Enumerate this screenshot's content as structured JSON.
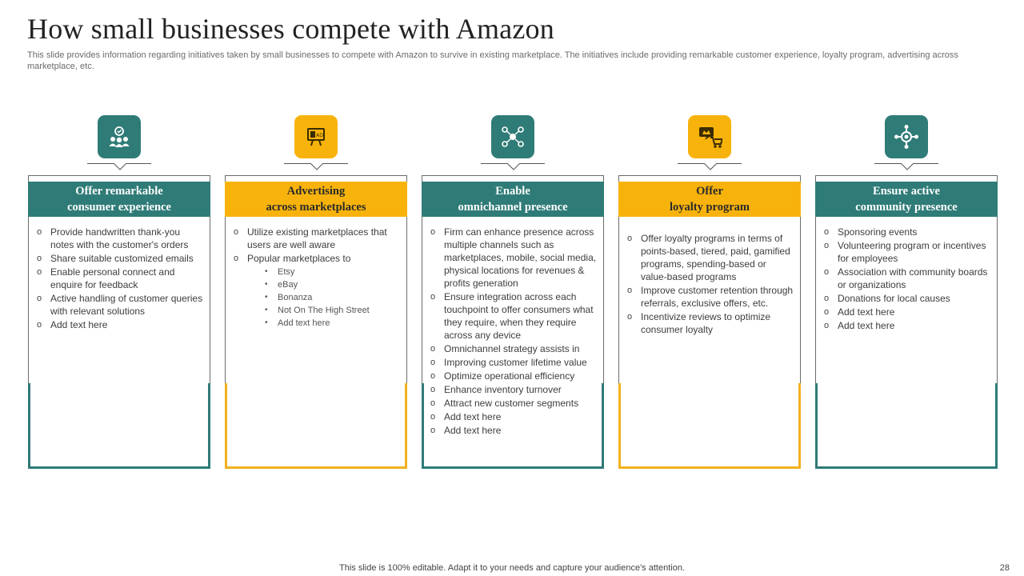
{
  "slide": {
    "title": "How small businesses compete with Amazon",
    "subtitle": "This slide provides information regarding initiatives taken by small businesses to compete with Amazon to survive in existing marketplace. The initiatives include providing remarkable customer experience, loyalty program, advertising across marketplace, etc.",
    "footer": "This slide is 100% editable. Adapt it to your needs and capture your audience's attention.",
    "page_number": "28"
  },
  "colors": {
    "teal": "#2f7b77",
    "gold": "#f7b30c"
  },
  "columns": [
    {
      "icon": "customer-experience-icon",
      "header_line1": "Offer remarkable",
      "header_line2": "consumer experience",
      "items": [
        "Provide handwritten thank-you notes with the customer's orders",
        "Share suitable customized emails",
        "Enable personal connect and enquire for feedback",
        "Active handling of customer queries with relevant solutions",
        "Add text here"
      ]
    },
    {
      "icon": "advertising-billboard-icon",
      "header_line1": "Advertising",
      "header_line2": "across marketplaces",
      "items": [
        "Utilize existing marketplaces that users are well aware",
        "Popular marketplaces to"
      ],
      "sub_items": [
        "Etsy",
        "eBay",
        "Bonanza",
        "Not On The High Street",
        "Add text here"
      ]
    },
    {
      "icon": "omnichannel-network-icon",
      "header_line1": "Enable",
      "header_line2": "omnichannel presence",
      "items": [
        "Firm can enhance presence across multiple channels such as marketplaces, mobile, social media, physical locations for revenues & profits generation",
        "Ensure integration across each touchpoint to offer consumers what they require, when they require across any device",
        "Omnichannel strategy assists in",
        "Improving customer lifetime value",
        "Optimize operational efficiency",
        "Enhance inventory turnover",
        "Attract new customer segments",
        "Add text here",
        "Add text here"
      ]
    },
    {
      "icon": "loyalty-cart-icon",
      "header_line1": "Offer",
      "header_line2": "loyalty program",
      "items": [
        "Offer loyalty programs in terms of points-based, tiered, paid, gamified programs, spending-based or value-based programs",
        "Improve customer retention through referrals, exclusive offers, etc.",
        "Incentivize reviews to optimize consumer loyalty"
      ]
    },
    {
      "icon": "community-hub-icon",
      "header_line1": "Ensure active",
      "header_line2": "community presence",
      "items": [
        "Sponsoring events",
        "Volunteering program or incentives for employees",
        "Association with community boards or organizations",
        "Donations for local causes",
        "Add text here",
        "Add text here"
      ]
    }
  ]
}
